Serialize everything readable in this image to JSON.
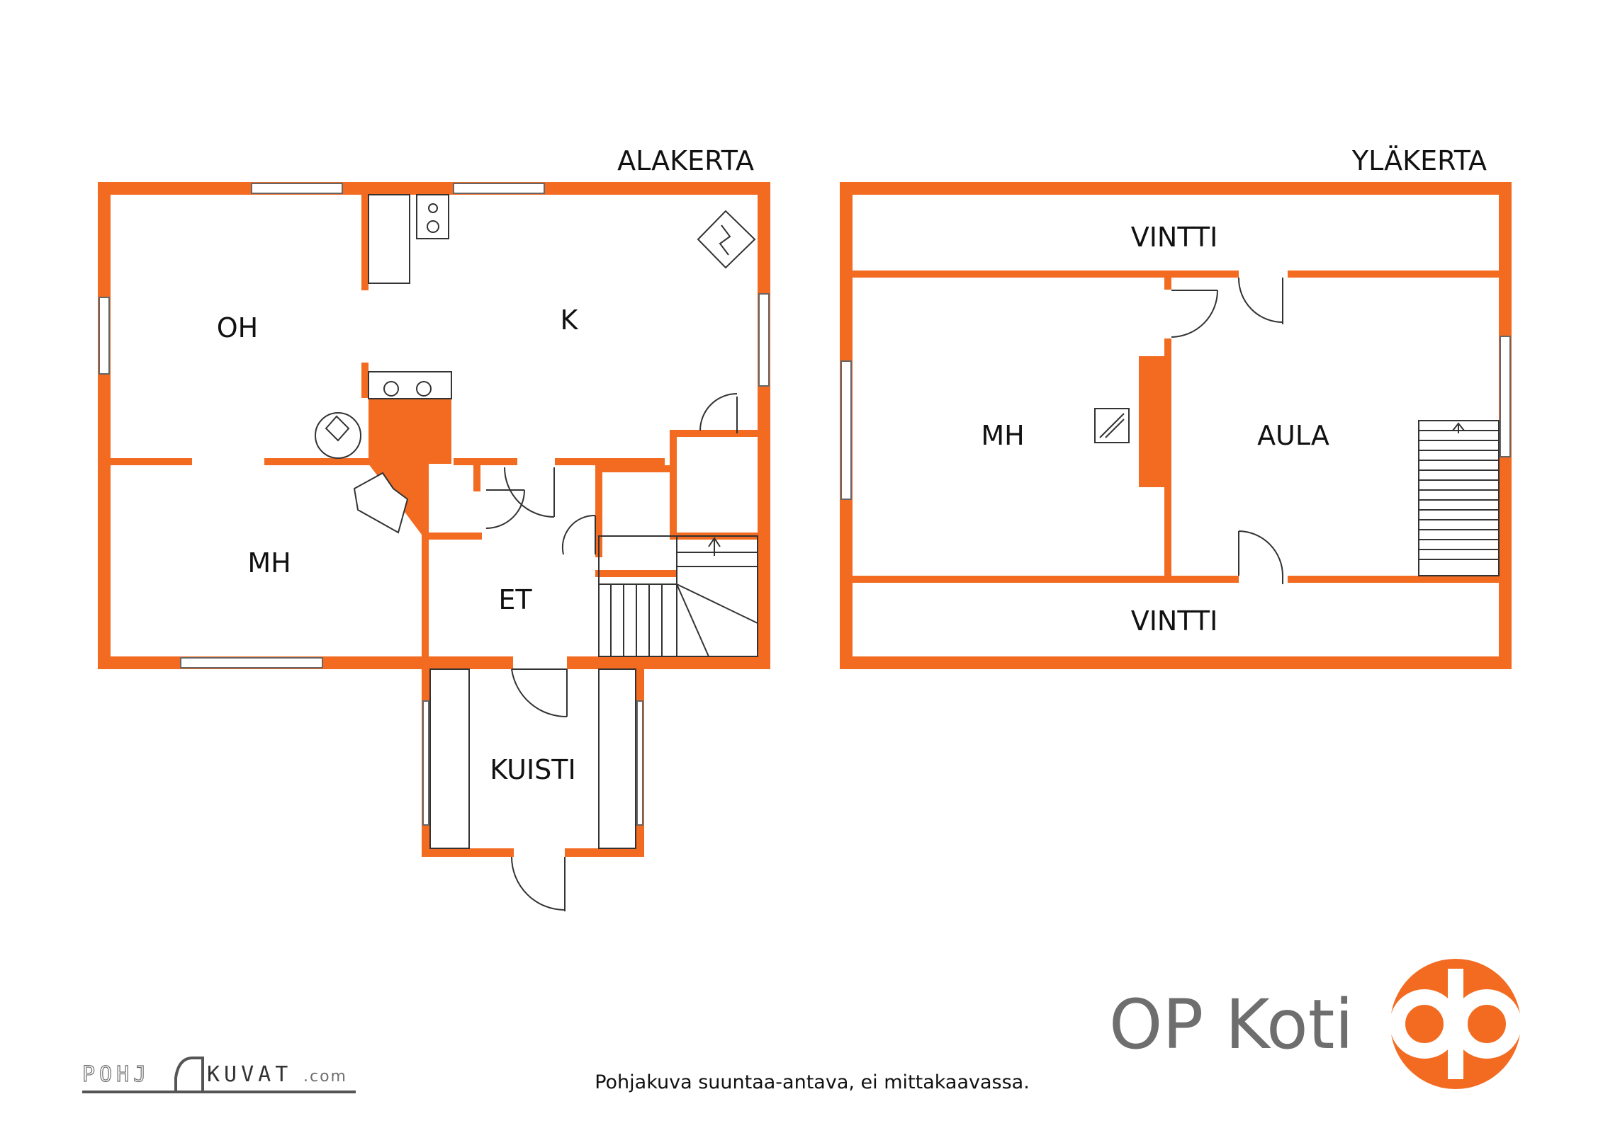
{
  "floors": {
    "lower": {
      "title": "ALAKERTA",
      "rooms": {
        "oh": "OH",
        "k": "K",
        "mh": "MH",
        "et": "ET",
        "kuisti": "KUISTI"
      }
    },
    "upper": {
      "title": "YLÄKERTA",
      "rooms": {
        "vintti_top": "VINTTI",
        "mh": "MH",
        "aula": "AULA",
        "vintti_bottom": "VINTTI"
      }
    }
  },
  "footer": {
    "disclaimer": "Pohjakuva suuntaa-antava, ei mittakaavassa.",
    "credit_left": "POHJ",
    "credit_right": "KUVAT",
    "credit_suffix": ".com"
  },
  "brand": {
    "name": "OP Koti",
    "logo_icon": "op-logo-icon"
  },
  "colors": {
    "wall": "#f26b21",
    "brand_text": "#6e6e6e"
  }
}
